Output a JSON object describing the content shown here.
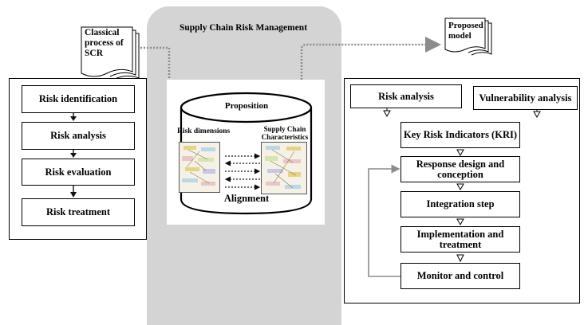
{
  "center": {
    "title": "Supply Chain Risk Management",
    "cylinder_top": "Proposition",
    "left_panel_label": "Risk dimensions",
    "right_panel_label_line1": "Supply Chain",
    "right_panel_label_line2": "Characteristics",
    "bottom_label": "Alignment"
  },
  "classical": {
    "doc_line1": "Classical",
    "doc_line2": "process of",
    "doc_line3": "SCR",
    "steps": [
      "Risk identification",
      "Risk analysis",
      "Risk evaluation",
      "Risk treatment"
    ]
  },
  "proposed": {
    "doc_line1": "Proposed",
    "doc_line2": "model",
    "top_boxes": [
      "Risk analysis",
      "Vulnerability analysis"
    ],
    "steps": [
      "Key Risk Indicators (KRI)",
      "Response design and conception",
      "Integration step",
      "Implementation and treatment",
      "Monitor and control"
    ]
  },
  "colors": {
    "band": "#d4d4d4",
    "connector": "#8c8c8c",
    "arrow_fill": "#111111"
  }
}
